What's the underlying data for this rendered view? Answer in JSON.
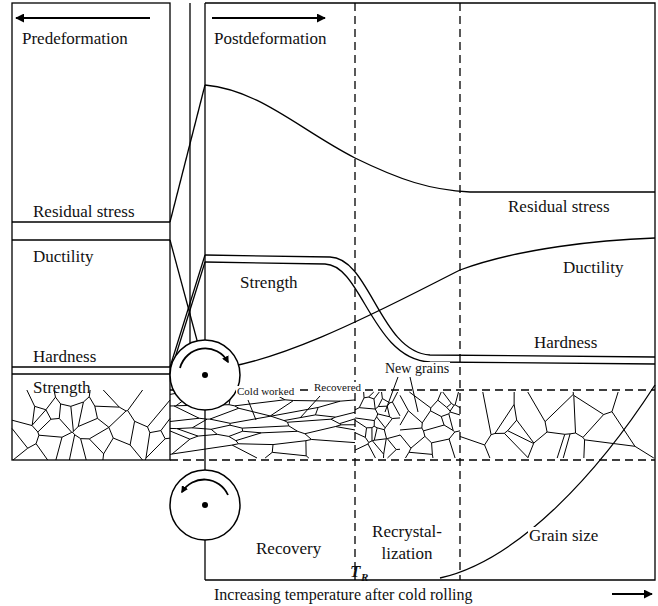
{
  "diagram": {
    "labels": [
      "Predeformation",
      "Postdeformation",
      "Residual stress",
      "Ductility",
      "Hardness",
      "Strength",
      "Strength",
      "Residual stress",
      "Ductility",
      "Hardness",
      "Cold worked",
      "Recovered",
      "New grains",
      "Recovery",
      "Recrystal- lization",
      "T",
      "R",
      "Grain size",
      "Increasing temperature after cold rolling"
    ]
  }
}
